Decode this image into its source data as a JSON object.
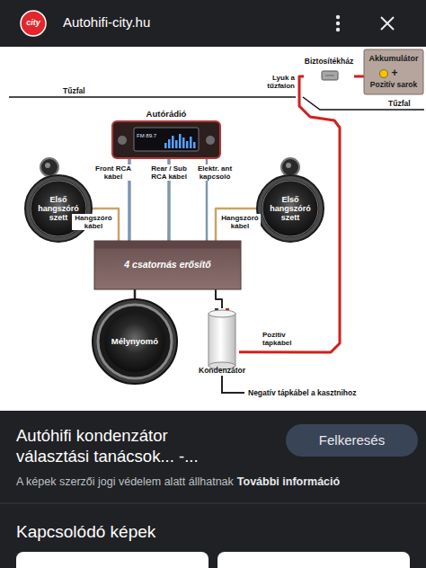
{
  "diagram": {
    "title": "Autóhifi kondenzátor választási tanácsok... -...",
    "nodes": [
      {
        "text": [
          "Biztosítékház"
        ]
      },
      {
        "text": [
          "Akkumulátor",
          "+",
          "Pozitív sarok"
        ]
      },
      {
        "text": [
          "Autórádió",
          "FM 89.7"
        ]
      },
      {
        "text": [
          "Első hangszóró szett"
        ]
      },
      {
        "text": [
          "Első hangszóró szett"
        ]
      },
      {
        "text": [
          "4 csatornás erősítő"
        ]
      },
      {
        "text": [
          "Mélynyomó"
        ]
      },
      {
        "text": [
          "Kondenzátor"
        ]
      },
      {
        "text": [
          "Felkeresés"
        ]
      }
    ],
    "edges": [
      {
        "from": 0,
        "to": 1,
        "arrow": "none"
      },
      {
        "from": 2,
        "to": 5,
        "label": "Front RCA kábel",
        "arrow": "none"
      },
      {
        "from": 2,
        "to": 5,
        "label": "Rear / Sub RCA kábel",
        "arrow": "none"
      },
      {
        "from": 2,
        "to": 5,
        "label": "Elektr. ant kapcsoló",
        "arrow": "none"
      },
      {
        "from": 5,
        "to": 3,
        "label": "Hangszóró kábel",
        "arrow": "none"
      },
      {
        "from": 5,
        "to": 4,
        "label": "Hangszóró kábel",
        "arrow": "none"
      },
      {
        "from": 5,
        "to": 6,
        "arrow": "none"
      },
      {
        "from": 5,
        "to": 7,
        "arrow": "none"
      },
      {
        "from": 0,
        "to": 7,
        "label": "Pozitív tápkábel",
        "arrow": "none"
      }
    ],
    "labels": [
      "city",
      "Autohifi-city.hu",
      "Tűzfal",
      "Lyuk a tűzfalon",
      "Tűzfal",
      "Negatív tápkábel a kasztnihoz",
      "A képek szerzői jogi védelem alatt állhatnak",
      "További információ",
      "Kapcsolódó képek"
    ]
  }
}
